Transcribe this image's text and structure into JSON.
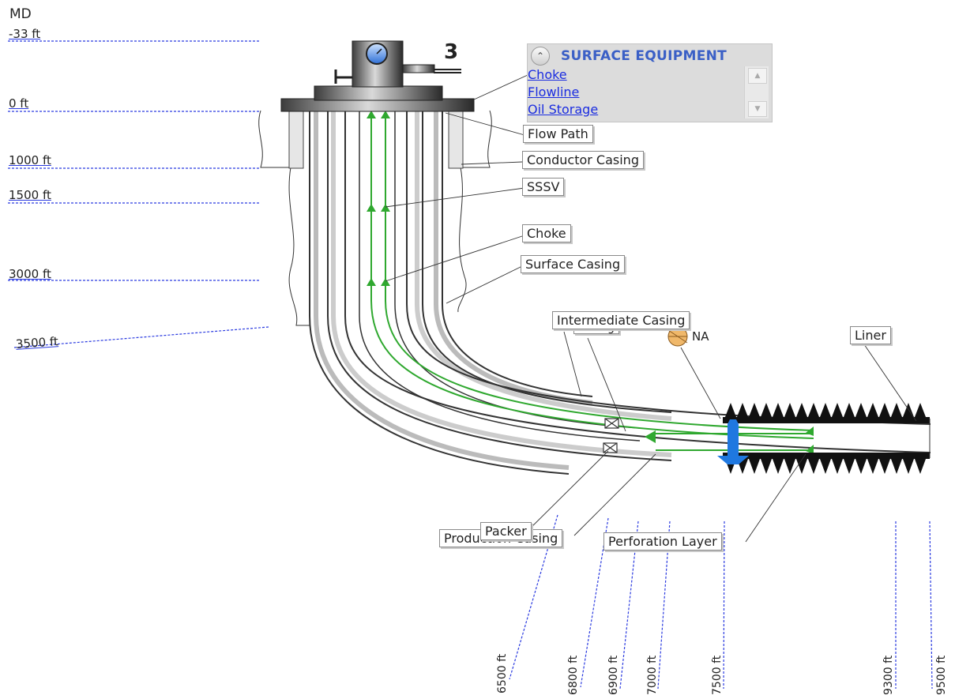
{
  "md_title": "MD",
  "depth_labels": [
    "-33 ft",
    "0 ft",
    "1000 ft",
    "1500 ft",
    "3000 ft",
    "3500 ft"
  ],
  "bottom_depths": [
    "6500 ft",
    "6800 ft",
    "6900 ft",
    "7000 ft",
    "7500 ft",
    "9300 ft",
    "9500 ft"
  ],
  "surface_equipment": {
    "title": "SURFACE EQUIPMENT",
    "items": [
      "Choke",
      "Flowline",
      "Oil Storage"
    ]
  },
  "wellhead_marker": "3",
  "callouts": {
    "flow_path": "Flow Path",
    "conductor_casing": "Conductor Casing",
    "sssv": "SSSV",
    "choke": "Choke",
    "surface_casing": "Surface Casing",
    "intermediate_casing": "Intermediate Casing",
    "tubing": "Tubing",
    "liner": "Liner",
    "packer": "Packer",
    "production_casing": "Production Casing",
    "perforation_layer": "Perforation Layer"
  },
  "na_label": "NA",
  "colors": {
    "depth_line": "#2b3be0",
    "flow": "#2fa82f",
    "link": "#1a2ce0",
    "valve": "#1f78e0"
  }
}
